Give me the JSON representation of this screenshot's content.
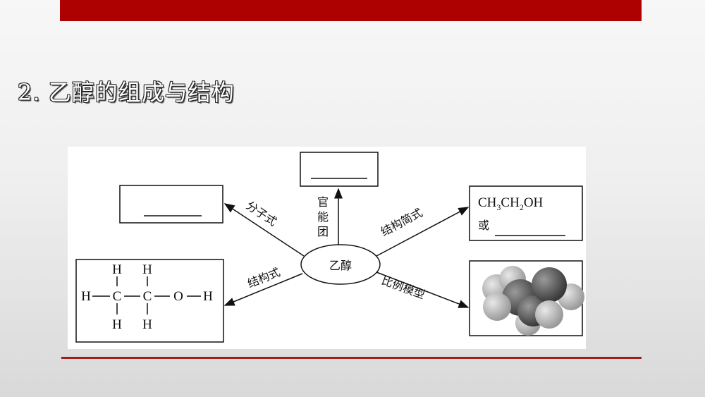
{
  "slide": {
    "title": "2. 乙醇的组成与结构",
    "colors": {
      "accent": "#ad0000",
      "rule": "#a61b1b"
    }
  },
  "diagram": {
    "center": "乙醇",
    "branches": {
      "molecular_formula": {
        "label": "分子式",
        "answer": "______"
      },
      "functional_group": {
        "label": "官能团",
        "label_chars": [
          "官",
          "能",
          "团"
        ],
        "answer": "______"
      },
      "structural_simplified": {
        "label": "结构简式",
        "formula_main": "CH",
        "sub1": "3",
        "mid": "CH",
        "sub2": "2",
        "tail": "OH",
        "or_text": "或",
        "answer": "______"
      },
      "structural_formula": {
        "label": "结构式",
        "atoms": {
          "h": "H",
          "c": "C",
          "o": "O"
        }
      },
      "space_filling": {
        "label": "比例模型"
      }
    }
  }
}
